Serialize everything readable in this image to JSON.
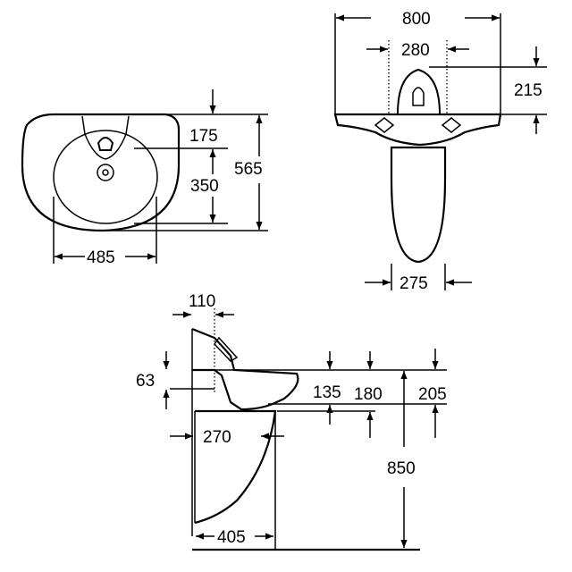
{
  "top_view": {
    "dim_depth_total": "565",
    "dim_front_to_tap": "175",
    "dim_bowl_depth": "350",
    "dim_bowl_width": "485"
  },
  "front_view": {
    "dim_width_total": "800",
    "dim_tap_span": "280",
    "dim_tap_height": "215",
    "dim_pedestal_width": "275"
  },
  "side_view": {
    "dim_back_offset": "110",
    "dim_wall_gap": "63",
    "dim_bowl_height": "135",
    "dim_overflow_height": "180",
    "dim_rim_height": "205",
    "dim_drain_offset": "270",
    "dim_install_height": "850",
    "dim_pedestal_depth": "405"
  }
}
